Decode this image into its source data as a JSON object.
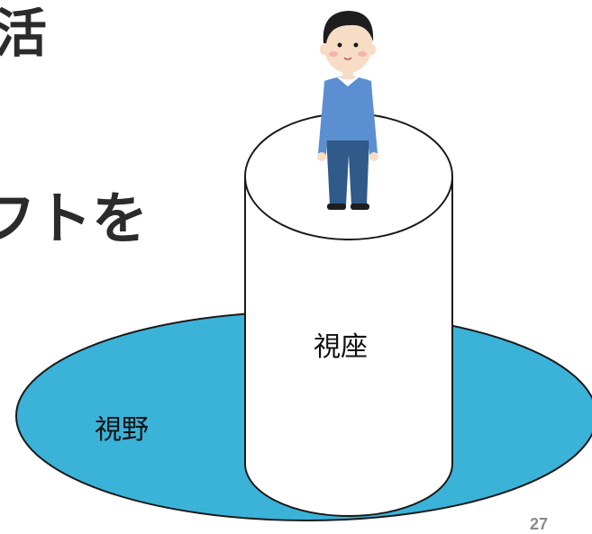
{
  "slide": {
    "heading_fragment_1": "活",
    "heading_fragment_2": "フトを",
    "page_number": "27"
  },
  "diagram": {
    "pedestal_label": "視座",
    "field_label": "視野",
    "colors": {
      "field_fill": "#3bb3d8",
      "pedestal_fill": "#ffffff",
      "outline": "#1a1a1a",
      "shirt": "#5b8fd1",
      "pants": "#2f5a8a",
      "hair": "#1e1e1e",
      "skin": "#f7dcc6"
    },
    "figure_icon": "standing-person-illustration"
  }
}
